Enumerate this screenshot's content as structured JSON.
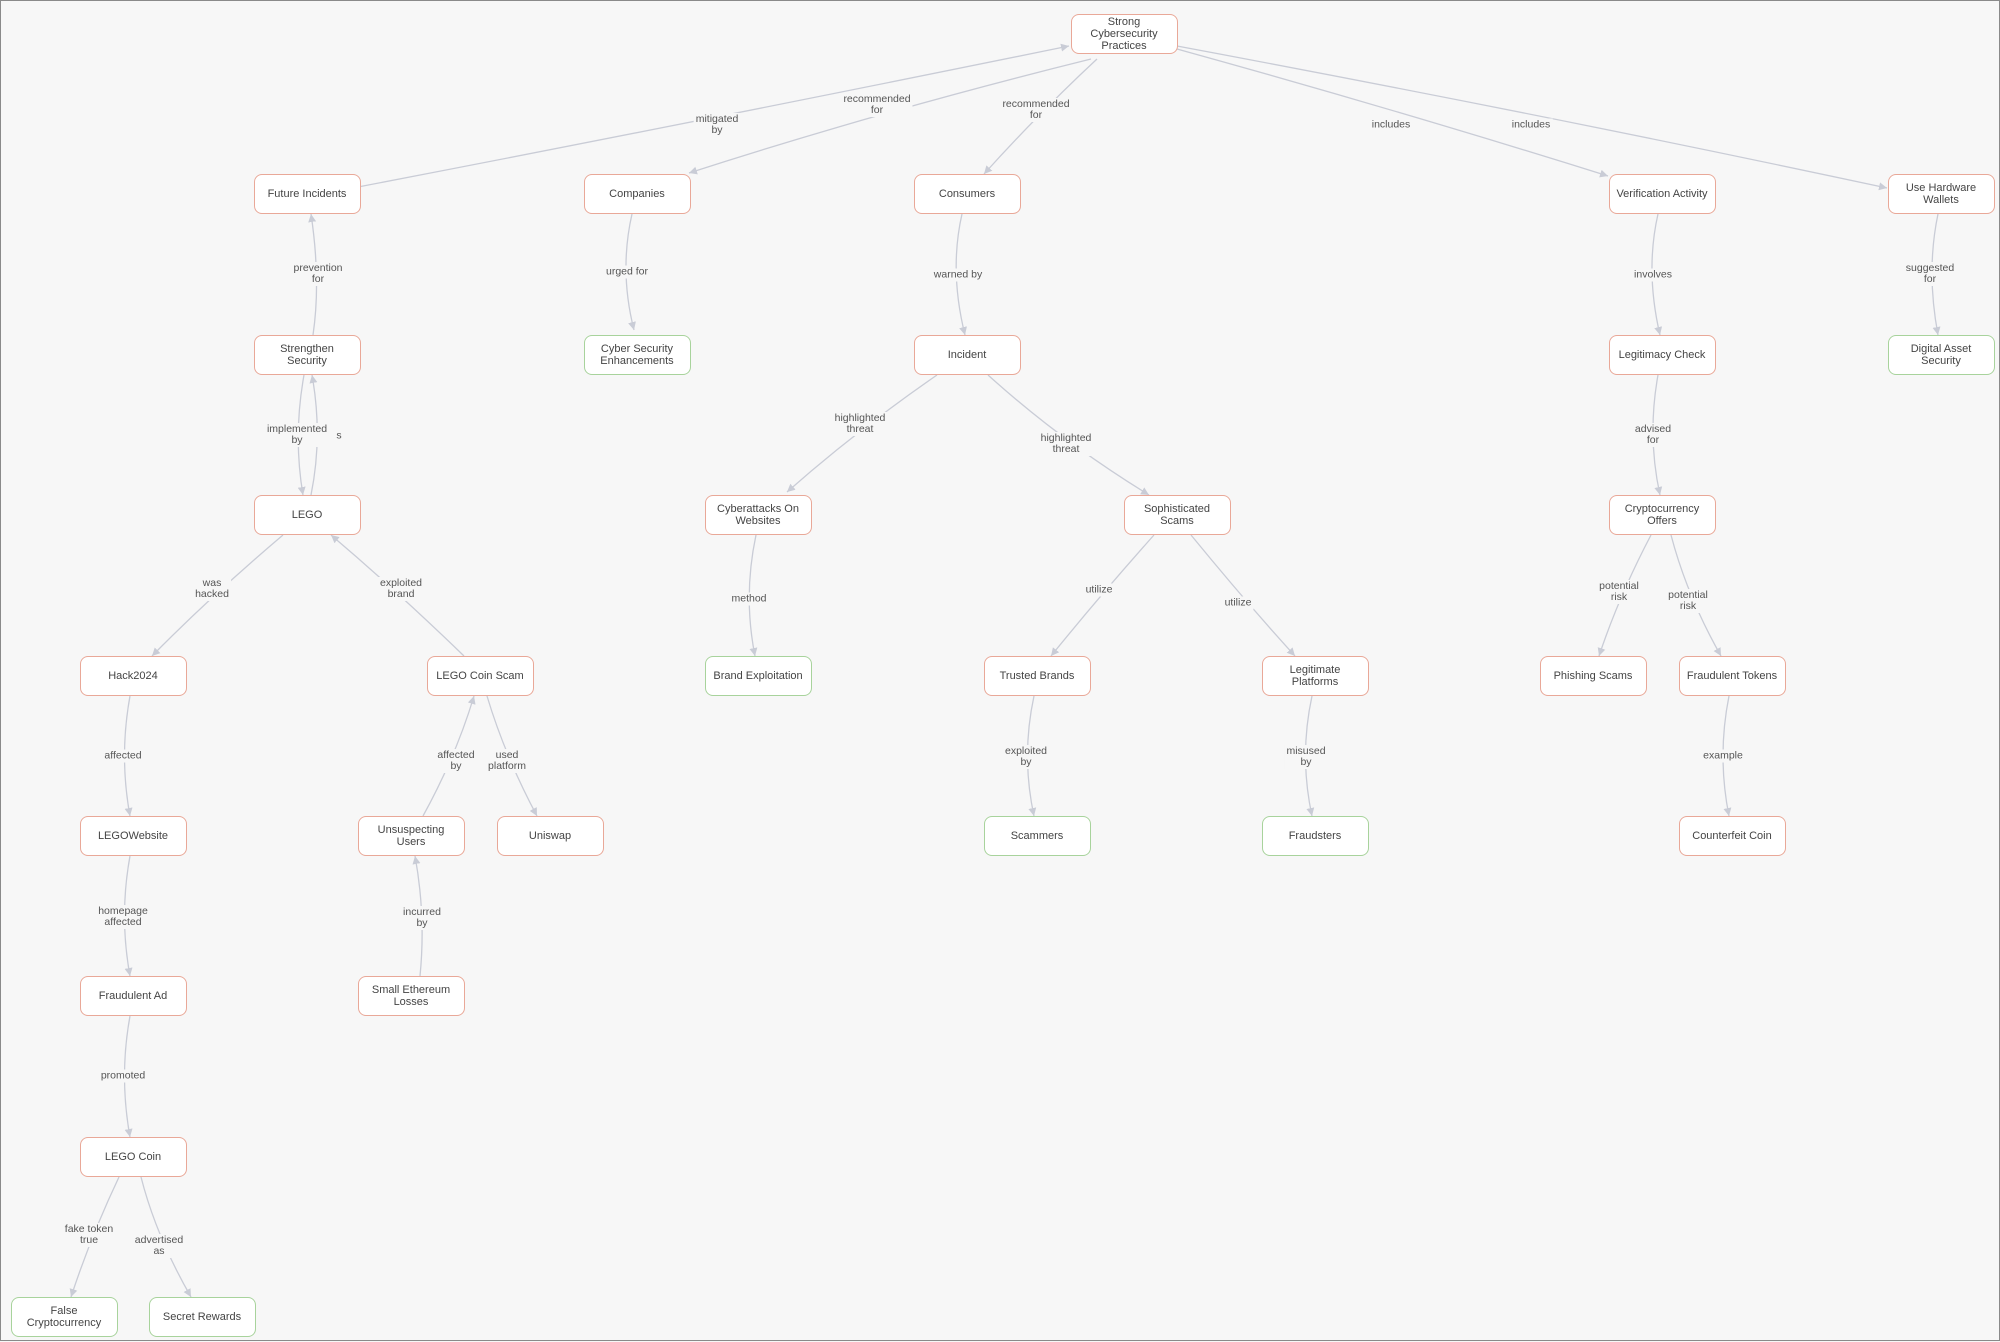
{
  "theme": {
    "background": "#f7f7f7",
    "node_border": "#e9a898",
    "leaf_border": "#a8d39c",
    "edge": "#c9ccd6",
    "text": "#444444"
  },
  "nodes": [
    {
      "id": "strong",
      "label": "Strong Cybersecurity\nPractices",
      "kind": "inner"
    },
    {
      "id": "future",
      "label": "Future Incidents",
      "kind": "inner"
    },
    {
      "id": "companies",
      "label": "Companies",
      "kind": "inner"
    },
    {
      "id": "consumers",
      "label": "Consumers",
      "kind": "inner"
    },
    {
      "id": "verif",
      "label": "Verification Activity",
      "kind": "inner"
    },
    {
      "id": "hardware",
      "label": "Use Hardware Wallets",
      "kind": "inner"
    },
    {
      "id": "strengthen",
      "label": "Strengthen Security",
      "kind": "inner"
    },
    {
      "id": "cyberenh",
      "label": "Cyber Security\nEnhancements",
      "kind": "leaf"
    },
    {
      "id": "incident",
      "label": "Incident",
      "kind": "inner"
    },
    {
      "id": "legit",
      "label": "Legitimacy Check",
      "kind": "inner"
    },
    {
      "id": "digital",
      "label": "Digital Asset Security",
      "kind": "leaf"
    },
    {
      "id": "lego",
      "label": "LEGO",
      "kind": "inner"
    },
    {
      "id": "cyberatt",
      "label": "Cyberattacks On\nWebsites",
      "kind": "inner"
    },
    {
      "id": "sophist",
      "label": "Sophisticated Scams",
      "kind": "inner"
    },
    {
      "id": "crypto",
      "label": "Cryptocurrency Offers",
      "kind": "inner"
    },
    {
      "id": "hack",
      "label": "Hack2024",
      "kind": "inner"
    },
    {
      "id": "legoscam",
      "label": "LEGO Coin Scam",
      "kind": "inner"
    },
    {
      "id": "brandexp",
      "label": "Brand Exploitation",
      "kind": "leaf"
    },
    {
      "id": "trusted",
      "label": "Trusted Brands",
      "kind": "inner"
    },
    {
      "id": "legitplat",
      "label": "Legitimate Platforms",
      "kind": "inner"
    },
    {
      "id": "phishing",
      "label": "Phishing Scams",
      "kind": "inner"
    },
    {
      "id": "fraudtok",
      "label": "Fraudulent Tokens",
      "kind": "inner"
    },
    {
      "id": "legoweb",
      "label": "LEGOWebsite",
      "kind": "inner"
    },
    {
      "id": "unsusp",
      "label": "Unsuspecting Users",
      "kind": "inner"
    },
    {
      "id": "uniswap",
      "label": "Uniswap",
      "kind": "inner"
    },
    {
      "id": "scammers",
      "label": "Scammers",
      "kind": "leaf"
    },
    {
      "id": "fraudsters",
      "label": "Fraudsters",
      "kind": "leaf"
    },
    {
      "id": "counterfeit",
      "label": "Counterfeit Coin",
      "kind": "inner"
    },
    {
      "id": "fraudad",
      "label": "Fraudulent Ad",
      "kind": "inner"
    },
    {
      "id": "smalleth",
      "label": "Small Ethereum Losses",
      "kind": "inner"
    },
    {
      "id": "legocoin",
      "label": "LEGO Coin",
      "kind": "inner"
    },
    {
      "id": "falsecrypto",
      "label": "False Cryptocurrency",
      "kind": "leaf"
    },
    {
      "id": "secret",
      "label": "Secret Rewards",
      "kind": "leaf"
    }
  ],
  "edges": [
    {
      "from": "strong",
      "to": "companies",
      "label": "recommended\nfor"
    },
    {
      "from": "future",
      "to": "strong",
      "label": "mitigated\nby"
    },
    {
      "from": "strong",
      "to": "consumers",
      "label": "recommended\nfor"
    },
    {
      "from": "strong",
      "to": "verif",
      "label": "includes"
    },
    {
      "from": "strong",
      "to": "hardware",
      "label": "includes"
    },
    {
      "from": "strengthen",
      "to": "future",
      "label": "prevention\nfor"
    },
    {
      "from": "companies",
      "to": "cyberenh",
      "label": "urged for"
    },
    {
      "from": "consumers",
      "to": "incident",
      "label": "warned by"
    },
    {
      "from": "verif",
      "to": "legit",
      "label": "involves"
    },
    {
      "from": "hardware",
      "to": "digital",
      "label": "suggested\nfor"
    },
    {
      "from": "strengthen",
      "to": "lego",
      "label": "implemented\nby"
    },
    {
      "from": "lego",
      "to": "strengthen",
      "label": "s"
    },
    {
      "from": "incident",
      "to": "cyberatt",
      "label": "highlighted\nthreat"
    },
    {
      "from": "incident",
      "to": "sophist",
      "label": "highlighted\nthreat"
    },
    {
      "from": "legit",
      "to": "crypto",
      "label": "advised\nfor"
    },
    {
      "from": "lego",
      "to": "hack",
      "label": "was\nhacked"
    },
    {
      "from": "legoscam",
      "to": "lego",
      "label": "exploited\nbrand"
    },
    {
      "from": "cyberatt",
      "to": "brandexp",
      "label": "method"
    },
    {
      "from": "sophist",
      "to": "trusted",
      "label": "utilize"
    },
    {
      "from": "sophist",
      "to": "legitplat",
      "label": "utilize"
    },
    {
      "from": "crypto",
      "to": "phishing",
      "label": "potential\nrisk"
    },
    {
      "from": "crypto",
      "to": "fraudtok",
      "label": "potential\nrisk"
    },
    {
      "from": "hack",
      "to": "legoweb",
      "label": "affected"
    },
    {
      "from": "unsusp",
      "to": "legoscam",
      "label": "affected\nby"
    },
    {
      "from": "legoscam",
      "to": "uniswap",
      "label": "used\nplatform"
    },
    {
      "from": "trusted",
      "to": "scammers",
      "label": "exploited\nby"
    },
    {
      "from": "legitplat",
      "to": "fraudsters",
      "label": "misused\nby"
    },
    {
      "from": "fraudtok",
      "to": "counterfeit",
      "label": "example"
    },
    {
      "from": "legoweb",
      "to": "fraudad",
      "label": "homepage\naffected"
    },
    {
      "from": "smalleth",
      "to": "unsusp",
      "label": "incurred\nby"
    },
    {
      "from": "fraudad",
      "to": "legocoin",
      "label": "promoted"
    },
    {
      "from": "legocoin",
      "to": "falsecrypto",
      "label": "fake token\ntrue"
    },
    {
      "from": "legocoin",
      "to": "secret",
      "label": "advertised\nas"
    }
  ]
}
